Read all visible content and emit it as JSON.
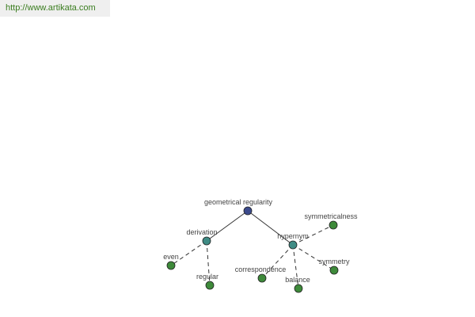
{
  "banner": {
    "url": "http://www.artikata.com"
  },
  "colors": {
    "root": "#3b4a8c",
    "hub": "#3f8c85",
    "leaf": "#3e8a3a",
    "edge": "#333333"
  },
  "tree": {
    "root": {
      "label": "geometrical regularity"
    },
    "hubs": [
      {
        "label": "derivation",
        "leaves": [
          {
            "label": "even"
          },
          {
            "label": "regular"
          }
        ]
      },
      {
        "label": "hypernym",
        "leaves": [
          {
            "label": "correspondence"
          },
          {
            "label": "balance"
          },
          {
            "label": "symmetry"
          },
          {
            "label": "symmetricalness"
          }
        ]
      }
    ]
  }
}
